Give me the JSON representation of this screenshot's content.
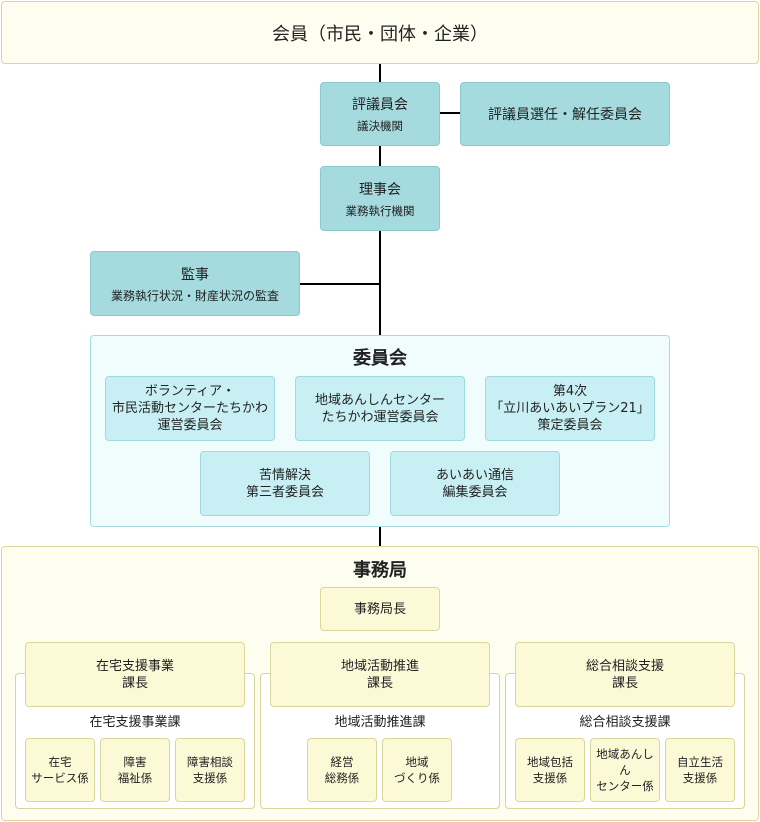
{
  "members": {
    "label": "会員（市民・団体・企業）"
  },
  "council": {
    "title": "評議員会",
    "sub": "議決機関"
  },
  "council_committee": {
    "label": "評議員選任・解任委員会"
  },
  "board": {
    "title": "理事会",
    "sub": "業務執行機関"
  },
  "auditor": {
    "title": "監事",
    "sub": "業務執行状況・財産状況の監査"
  },
  "committees": {
    "title": "委員会",
    "items": [
      {
        "lines": [
          "ボランティア・",
          "市民活動センターたちかわ",
          "運営委員会"
        ]
      },
      {
        "lines": [
          "地域あんしんセンター",
          "たちかわ運営委員会"
        ]
      },
      {
        "lines": [
          "第4次",
          "「立川あいあいプラン21」",
          "策定委員会"
        ]
      },
      {
        "lines": [
          "苦情解決",
          "第三者委員会"
        ]
      },
      {
        "lines": [
          "あいあい通信",
          "編集委員会"
        ]
      }
    ]
  },
  "secretariat": {
    "title": "事務局",
    "director": "事務局長",
    "divisions": [
      {
        "chief_lines": [
          "在宅支援事業",
          "課長"
        ],
        "section": "在宅支援事業課",
        "units": [
          [
            "在宅",
            "サービス係"
          ],
          [
            "障害",
            "福祉係"
          ],
          [
            "障害相談",
            "支援係"
          ]
        ]
      },
      {
        "chief_lines": [
          "地域活動推進",
          "課長"
        ],
        "section": "地域活動推進課",
        "units": [
          [
            "経営",
            "総務係"
          ],
          [
            "地域",
            "づくり係"
          ]
        ]
      },
      {
        "chief_lines": [
          "総合相談支援",
          "課長"
        ],
        "section": "総合相談支援課",
        "units": [
          [
            "地域包括",
            "支援係"
          ],
          [
            "地域あんしん",
            "センター係"
          ],
          [
            "自立生活",
            "支援係"
          ]
        ]
      }
    ]
  }
}
